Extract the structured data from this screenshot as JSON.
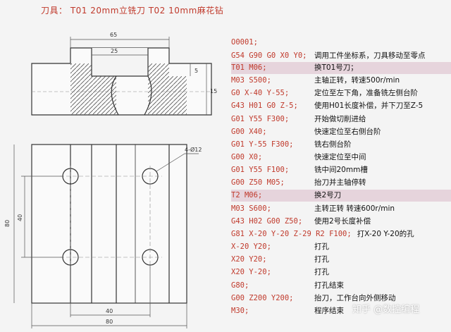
{
  "header": {
    "tools": "刀具： T01 20mm立铣刀  T02 10mm麻花钻"
  },
  "drawing": {
    "dim_top_width": "65",
    "dim_slot_width": "25",
    "dim_right_small": "5",
    "dim_right_height": "15",
    "hole_callout": "4-Ø12",
    "dim_left_outer": "80",
    "dim_left_inner": "40",
    "dim_bottom_inner": "40",
    "dim_bottom_outer": "80"
  },
  "program": [
    {
      "code": "O0001;",
      "comment": "",
      "hl": false,
      "inline": false
    },
    {
      "code": "G54 G90 G0 X0 Y0;",
      "comment": "调用工件坐标系，刀具移动至零点",
      "hl": false,
      "inline": false
    },
    {
      "code": "T01 M06;",
      "comment": "换T01号刀；",
      "hl": true,
      "inline": false
    },
    {
      "code": "M03 S500;",
      "comment": "主轴正转，转速500r/min",
      "hl": false,
      "inline": false
    },
    {
      "code": "G0 X-40 Y-55;",
      "comment": "定位至左下角，准备铣左侧台阶",
      "hl": false,
      "inline": false
    },
    {
      "code": "G43 H01 G0 Z-5;",
      "comment": "使用H01长度补偿，并下刀至Z-5",
      "hl": false,
      "inline": false
    },
    {
      "code": "G01 Y55 F300;",
      "comment": "开始做切削进给",
      "hl": false,
      "inline": false
    },
    {
      "code": "G00 X40;",
      "comment": "快速定位至右侧台阶",
      "hl": false,
      "inline": false
    },
    {
      "code": "G01 Y-55 F300;",
      "comment": "铣右侧台阶",
      "hl": false,
      "inline": false
    },
    {
      "code": "G00 X0;",
      "comment": "快速定位至中间",
      "hl": false,
      "inline": false
    },
    {
      "code": "G01 Y55 F100;",
      "comment": "铣中间20mm槽",
      "hl": false,
      "inline": false
    },
    {
      "code": "G00 Z50 M05;",
      "comment": "抬刀并主轴停转",
      "hl": false,
      "inline": false
    },
    {
      "code": "T2 M06;",
      "comment": "换2号刀",
      "hl": true,
      "inline": false
    },
    {
      "code": "M03 S600;",
      "comment": "主转正转 转速600r/min",
      "hl": false,
      "inline": false
    },
    {
      "code": "G43 H02 G00 Z50;",
      "comment": "使用2号长度补偿",
      "hl": false,
      "inline": false
    },
    {
      "code": "G81 X-20 Y-20 Z-29 R2 F100;",
      "comment": "打X-20 Y-20的孔",
      "hl": false,
      "inline": true
    },
    {
      "code": "X-20 Y20;",
      "comment": "打孔",
      "hl": false,
      "inline": false
    },
    {
      "code": "X20 Y20;",
      "comment": "打孔",
      "hl": false,
      "inline": false
    },
    {
      "code": "X20 Y-20;",
      "comment": "打孔",
      "hl": false,
      "inline": false
    },
    {
      "code": "G80;",
      "comment": "打孔结束",
      "hl": false,
      "inline": false
    },
    {
      "code": "G00 Z200 Y200;",
      "comment": "抬刀，工作台向外侧移动",
      "hl": false,
      "inline": false
    },
    {
      "code": "M30;",
      "comment": "程序结束",
      "hl": false,
      "inline": false
    }
  ],
  "watermark": "知乎 @数控编程"
}
